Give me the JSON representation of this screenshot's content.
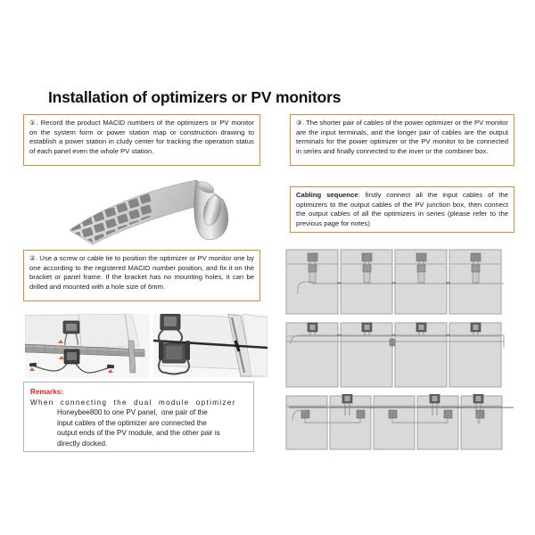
{
  "page": {
    "title": "Installation of optimizers or PV monitors",
    "background_color": "#ffffff",
    "accent_color": "#e08a33",
    "remark_color": "#e2241c",
    "diagram_panel_fill": "#d9d9d9",
    "diagram_line_color": "#8c8c8c"
  },
  "steps": {
    "step1": {
      "marker": "①",
      "text": "①. Record the product MACID numbers of the optimizers or PV monitor on the system form or power station map or construction drawing to establish a power station in cludy center for tracking the operation status of each panel even the whole PV station."
    },
    "step2": {
      "marker": "②",
      "text": "②.  Use a screw or cable tie to position the optimizer or PV monitor one by one according to the registered MACID number position, and fix it on the bracket or panel frame. If the bracket has no mounting holes, it can be drilled and mounted with a hole size of 6mm."
    },
    "step3": {
      "marker": "③",
      "text": "③. The shorter pair of cables of the power optimizer or the PV monitor are the input terminals, and the longer pair of cables are the output terminals for the power optimizer or the PV monitor to be connected in series and finally connected to the inver or the combiner box."
    }
  },
  "cabling": {
    "heading": "Cabling sequence",
    "separator": ": ",
    "text": "firstly connect all the input cables of the optimizers to the output cables of the PV junction box, then connect the output cables of all the optimizers in series (please refer to the previous page for notes)"
  },
  "remarks": {
    "title": "Remarks:",
    "line1": "When  connecting  the  dual  module  optimizer",
    "line2": "Honeybee800 to one PV panel,  one pair of the",
    "line3": "input cables of the optimizer are connected the",
    "line4": "output ends of the PV module, and the other pair is",
    "line5": "directly docked."
  },
  "illustrations": {
    "scroll": {
      "name": "power-station-map-scroll",
      "description": "Rolled paper sheet showing a grid of labelled PV panel cells"
    },
    "photo_left": {
      "name": "optimizer-mounted-on-rail-photo",
      "description": "Optimizer and PV monitor fixed on the mounting rail under a PV panel"
    },
    "photo_right": {
      "name": "optimizer-cable-tied-photo",
      "description": "Close-up of optimizer cable-tied to the panel frame with input and output cables"
    }
  },
  "diagrams": [
    {
      "name": "diagram-row-1",
      "panels": 4,
      "optimizers": 4,
      "description": "Four PV panels each with a junction box and an optimizer, output cables routed along a bus line"
    },
    {
      "name": "diagram-row-2",
      "panels": 4,
      "optimizers": 4,
      "description": "Four PV panels with optimizers connected in series along a horizontal bus"
    },
    {
      "name": "diagram-row-3",
      "panels": 5,
      "optimizers": 3,
      "description": "Five PV panels with dual module optimizers, each optimizer serving two panels"
    }
  ]
}
